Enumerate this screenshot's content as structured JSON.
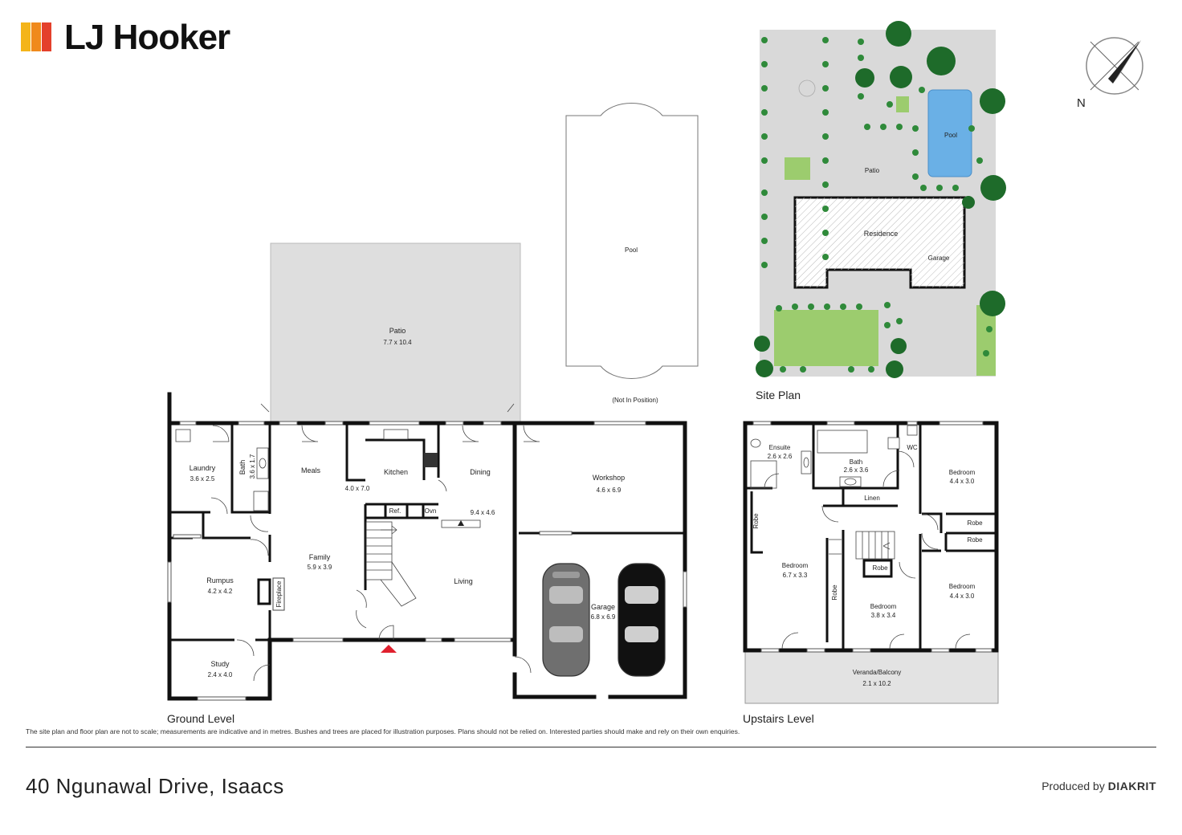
{
  "brand": {
    "name": "LJ Hooker",
    "logo_colors": [
      "#f4b41a",
      "#f08a1c",
      "#e4402b"
    ]
  },
  "compass": {
    "label": "N",
    "icon": "compass-icon"
  },
  "sections": {
    "ground": "Ground Level",
    "upstairs": "Upstairs Level",
    "site": "Site Plan"
  },
  "ground_rooms": {
    "patio": {
      "name": "Patio",
      "dims": "7.7 x 10.4"
    },
    "pool": {
      "name": "Pool",
      "note": "(Not In Position)"
    },
    "laundry": {
      "name": "Laundry",
      "dims": "3.6 x 2.5"
    },
    "bath": {
      "name": "Bath",
      "dims": "3.6 x 1.7"
    },
    "meals": {
      "name": "Meals"
    },
    "kitchen": {
      "name": "Kitchen",
      "dims": "4.0 x 7.0"
    },
    "ref": "Ref.",
    "oven": "Ovn",
    "dining": {
      "name": "Dining",
      "dims": "9.4 x 4.6"
    },
    "workshop": {
      "name": "Workshop",
      "dims": "4.6 x 6.9"
    },
    "rumpus": {
      "name": "Rumpus",
      "dims": "4.2 x 4.2"
    },
    "fireplace": "Fireplace",
    "family": {
      "name": "Family",
      "dims": "5.9 x 3.9"
    },
    "living": {
      "name": "Living"
    },
    "garage": {
      "name": "Garage",
      "dims": "6.8 x 6.9"
    },
    "study": {
      "name": "Study",
      "dims": "2.4 x 4.0"
    }
  },
  "upstairs_rooms": {
    "ensuite": {
      "name": "Ensuite",
      "dims": "2.6 x 2.6"
    },
    "bath": {
      "name": "Bath",
      "dims": "2.6 x 3.6"
    },
    "wc": "WC",
    "linen": "Linen",
    "bedroom_ne": {
      "name": "Bedroom",
      "dims": "4.4 x 3.0"
    },
    "robe_left": "Robe",
    "robe_e1": "Robe",
    "robe_e2": "Robe",
    "robe_mid": "Robe",
    "robe_center": "Robe",
    "bedroom_main": {
      "name": "Bedroom",
      "dims": "6.7 x 3.3"
    },
    "bedroom_mid": {
      "name": "Bedroom",
      "dims": "3.8 x 3.4"
    },
    "bedroom_se": {
      "name": "Bedroom",
      "dims": "4.4 x 3.0"
    },
    "veranda": {
      "name": "Veranda/Balcony",
      "dims": "2.1 x 10.2"
    }
  },
  "site_labels": {
    "pool": "Pool",
    "patio": "Patio",
    "residence": "Residence",
    "garage": "Garage"
  },
  "colors": {
    "pool": "#6ab0e6",
    "lawn": "#9ccc6e",
    "tree": "#1e6b2a",
    "paving": "#d9d9d9",
    "entry_marker": "#e0202e"
  },
  "disclaimer": "The site plan and floor plan are not to scale; measurements are indicative and in metres. Bushes and trees are placed for illustration purposes. Plans should not be relied on. Interested parties should make and rely on their own enquiries.",
  "address": "40 Ngunawal Drive, Isaacs",
  "produced_by": {
    "prefix": "Produced by",
    "company": "DIAKRIT"
  }
}
